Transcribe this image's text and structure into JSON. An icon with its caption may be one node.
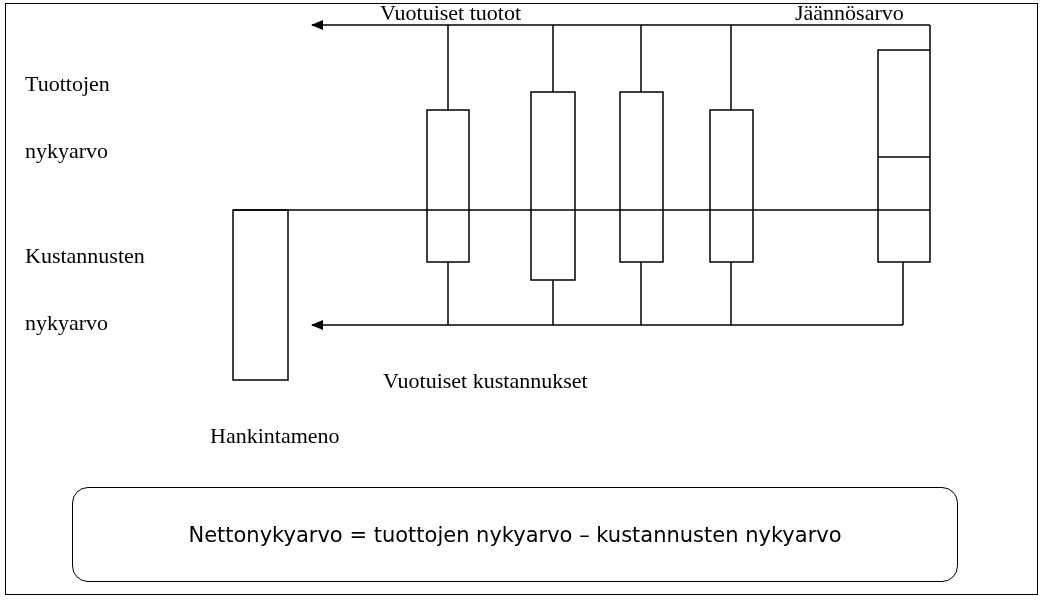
{
  "diagram": {
    "nodes": [
      {
        "text": [
          "Nettonykyarvo = tuottojen nykyarvo – kustannusten nykyarvo"
        ]
      }
    ],
    "labels": [
      "Vuotuiset tuotot",
      "Jäännösarvo",
      "Tuottojen nykyarvo",
      "Kustannusten nykyarvo",
      "Vuotuiset kustannukset",
      "Hankintameno"
    ]
  }
}
